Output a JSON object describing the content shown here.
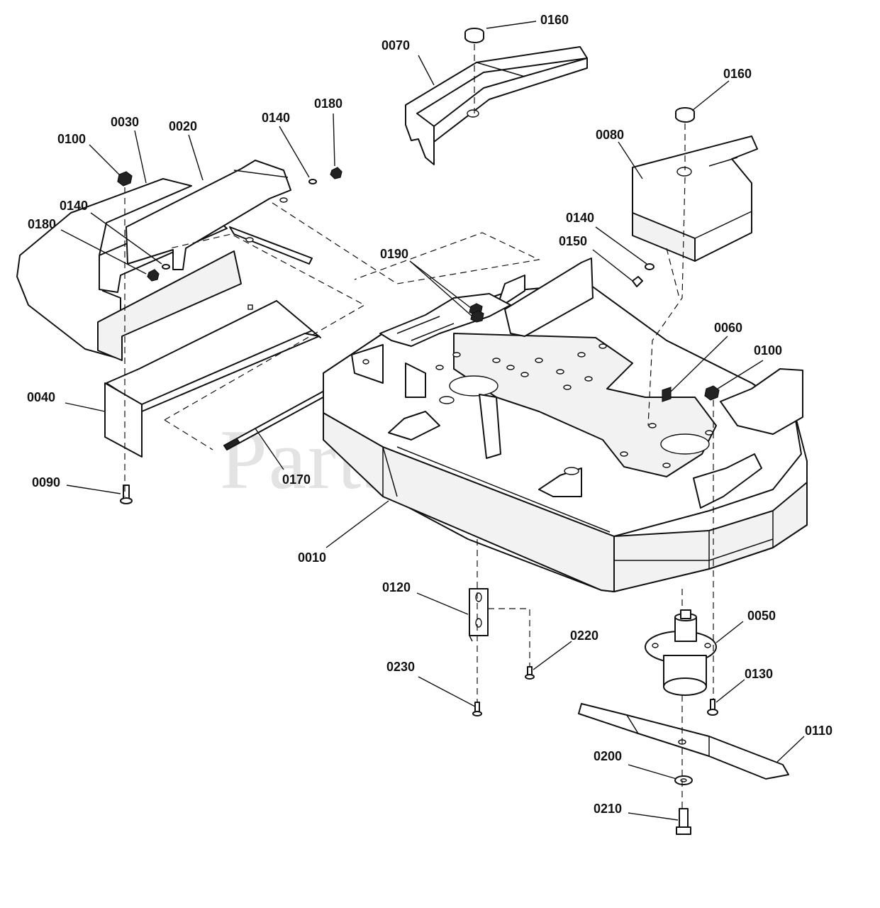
{
  "watermark": "PartsTree",
  "callouts": {
    "c0010": "0010",
    "c0020": "0020",
    "c0030": "0030",
    "c0040": "0040",
    "c0050": "0050",
    "c0060": "0060",
    "c0070": "0070",
    "c0080": "0080",
    "c0090": "0090",
    "c0100a": "0100",
    "c0100b": "0100",
    "c0110": "0110",
    "c0120": "0120",
    "c0130": "0130",
    "c0140a": "0140",
    "c0140b": "0140",
    "c0140c": "0140",
    "c0150": "0150",
    "c0160a": "0160",
    "c0160b": "0160",
    "c0170": "0170",
    "c0180a": "0180",
    "c0180b": "0180",
    "c0190": "0190",
    "c0200": "0200",
    "c0210": "0210",
    "c0220": "0220",
    "c0230": "0230"
  }
}
